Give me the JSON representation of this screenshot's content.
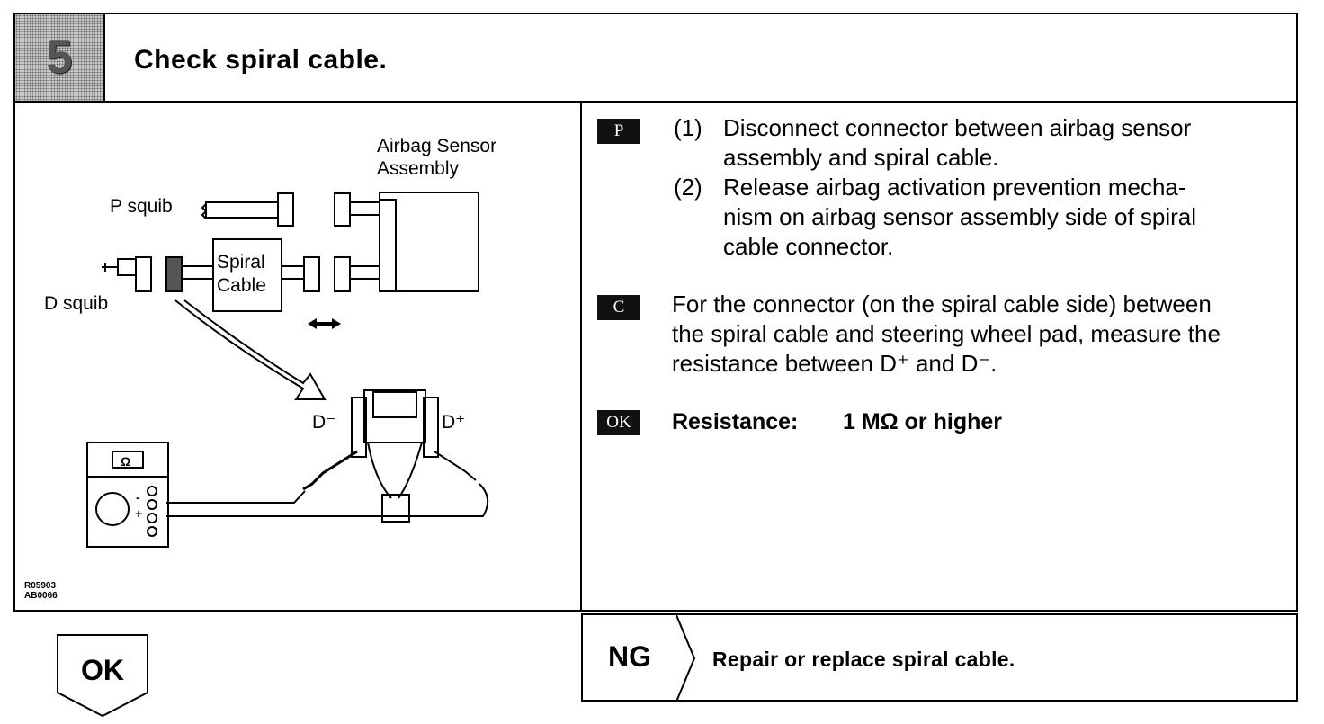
{
  "header": {
    "step_number": "5",
    "title": "Check spiral cable."
  },
  "figure": {
    "labels": {
      "airbag_sensor_line1": "Airbag Sensor",
      "airbag_sensor_line2": "Assembly",
      "p_squib": "P squib",
      "d_squib": "D squib",
      "spiral_line1": "Spiral",
      "spiral_line2": "Cable",
      "d_minus": "D⁻",
      "d_plus": "D⁺",
      "meter_symbol": "Ω",
      "meter_minus": "-",
      "meter_plus": "+"
    },
    "codes": [
      "R05903",
      "AB0066"
    ]
  },
  "instructions": {
    "p_icon": "P",
    "c_icon": "C",
    "ok_icon": "OK",
    "step1_num": "(1)",
    "step1_line1": "Disconnect connector between airbag sensor",
    "step1_line2": "assembly and spiral cable.",
    "step2_num": "(2)",
    "step2_line1": "Release airbag activation prevention mecha-",
    "step2_line2": "nism on airbag sensor assembly side of spiral",
    "step2_line3": "cable connector.",
    "c_line1": "For the connector (on the spiral cable side) between",
    "c_line2": "the spiral cable and steering wheel pad, measure the",
    "c_line3": "resistance between D⁺ and D⁻.",
    "ok_label": "Resistance:",
    "ok_value": "1 MΩ or higher"
  },
  "results": {
    "ok_label": "OK",
    "ng_label": "NG",
    "ng_action": "Repair or replace spiral cable."
  }
}
